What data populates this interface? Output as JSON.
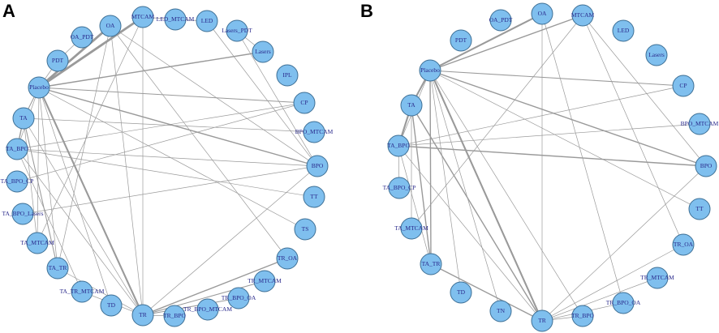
{
  "panels": [
    {
      "letter": "A",
      "nodes": [
        "OA",
        "MTCAM",
        "LED_MTCAM",
        "LED",
        "Lasers_PDT",
        "Lasers",
        "IPL",
        "CP",
        "BPO_MTCAM",
        "BPO",
        "TT",
        "TS",
        "TR_OA",
        "TR_MTCAM",
        "TR_BPO_OA",
        "TR_BPO_MTCAM",
        "TR_BPO",
        "TR",
        "TD",
        "TA_TR_MTCAM",
        "TA_TR",
        "TA_MTCAM",
        "TA_BPO_Lasers",
        "TA_BPO_CP",
        "TA_BPO",
        "TA",
        "Placebo",
        "PDT",
        "OA_PDT"
      ],
      "edges": [
        {
          "source": "Placebo",
          "target": "OA",
          "weight": 4
        },
        {
          "source": "Placebo",
          "target": "MTCAM",
          "weight": 4
        },
        {
          "source": "Placebo",
          "target": "Lasers",
          "weight": 2
        },
        {
          "source": "Placebo",
          "target": "CP",
          "weight": 1.5
        },
        {
          "source": "Placebo",
          "target": "BPO",
          "weight": 2
        },
        {
          "source": "Placebo",
          "target": "TR",
          "weight": 3
        },
        {
          "source": "Placebo",
          "target": "TA",
          "weight": 1.5
        },
        {
          "source": "Placebo",
          "target": "TA_BPO",
          "weight": 1
        },
        {
          "source": "Placebo",
          "target": "TA_MTCAM",
          "weight": 1
        },
        {
          "source": "Placebo",
          "target": "TA_TR",
          "weight": 1
        },
        {
          "source": "Placebo",
          "target": "TD",
          "weight": 1
        },
        {
          "source": "Placebo",
          "target": "TS",
          "weight": 1
        },
        {
          "source": "Placebo",
          "target": "PDT",
          "weight": 1
        },
        {
          "source": "PDT",
          "target": "OA_PDT",
          "weight": 1
        },
        {
          "source": "OA",
          "target": "TR",
          "weight": 1
        },
        {
          "source": "OA",
          "target": "BPO",
          "weight": 1
        },
        {
          "source": "OA",
          "target": "TR_OA",
          "weight": 1
        },
        {
          "source": "OA",
          "target": "TA_TR",
          "weight": 1
        },
        {
          "source": "MTCAM",
          "target": "TR",
          "weight": 1
        },
        {
          "source": "MTCAM",
          "target": "LED_MTCAM",
          "weight": 1
        },
        {
          "source": "MTCAM",
          "target": "TA_MTCAM",
          "weight": 1
        },
        {
          "source": "LED",
          "target": "LED_MTCAM",
          "weight": 1
        },
        {
          "source": "LED",
          "target": "BPO",
          "weight": 1
        },
        {
          "source": "Lasers",
          "target": "Lasers_PDT",
          "weight": 1
        },
        {
          "source": "Lasers_PDT",
          "target": "BPO",
          "weight": 1
        },
        {
          "source": "CP",
          "target": "TA_BPO",
          "weight": 1
        },
        {
          "source": "CP",
          "target": "TA_BPO_CP",
          "weight": 1
        },
        {
          "source": "BPO_MTCAM",
          "target": "TA",
          "weight": 1
        },
        {
          "source": "BPO",
          "target": "TA_BPO",
          "weight": 1
        },
        {
          "source": "BPO",
          "target": "TR",
          "weight": 1
        },
        {
          "source": "BPO",
          "target": "TA_BPO_Lasers",
          "weight": 1
        },
        {
          "source": "TT",
          "target": "TA_BPO",
          "weight": 1
        },
        {
          "source": "TA",
          "target": "TA_BPO",
          "weight": 2
        },
        {
          "source": "TA",
          "target": "TA_MTCAM",
          "weight": 1
        },
        {
          "source": "TA",
          "target": "TA_TR",
          "weight": 1.5
        },
        {
          "source": "TA",
          "target": "TR",
          "weight": 1
        },
        {
          "source": "TA_BPO",
          "target": "TA_TR_MTCAM",
          "weight": 1
        },
        {
          "source": "TA_BPO",
          "target": "TR",
          "weight": 1
        },
        {
          "source": "TR",
          "target": "TR_OA",
          "weight": 2
        },
        {
          "source": "TR",
          "target": "TR_MTCAM",
          "weight": 1.5
        },
        {
          "source": "TR",
          "target": "TR_BPO_OA",
          "weight": 1.5
        },
        {
          "source": "TR",
          "target": "TR_BPO",
          "weight": 1
        },
        {
          "source": "TR",
          "target": "TA_TR",
          "weight": 1
        },
        {
          "source": "TR",
          "target": "TA_TR_MTCAM",
          "weight": 1
        }
      ]
    },
    {
      "letter": "B",
      "nodes": [
        "OA",
        "MTCAM",
        "LED",
        "Lasers",
        "CP",
        "BPO_MTCAM",
        "BPO",
        "TT",
        "TR_OA",
        "TR_MTCAM",
        "TR_BPO_OA",
        "TR_BPO",
        "TR",
        "TN",
        "TD",
        "TA_TR",
        "TA_MTCAM",
        "TA_BPO_CP",
        "TA_BPO",
        "TA",
        "Placebo",
        "PDT",
        "OA_PDT"
      ],
      "edges": [
        {
          "source": "Placebo",
          "target": "OA",
          "weight": 3
        },
        {
          "source": "Placebo",
          "target": "MTCAM",
          "weight": 2
        },
        {
          "source": "Placebo",
          "target": "CP",
          "weight": 1.5
        },
        {
          "source": "Placebo",
          "target": "BPO",
          "weight": 2
        },
        {
          "source": "Placebo",
          "target": "TR",
          "weight": 3
        },
        {
          "source": "Placebo",
          "target": "TA",
          "weight": 3
        },
        {
          "source": "Placebo",
          "target": "TA_BPO",
          "weight": 1
        },
        {
          "source": "Placebo",
          "target": "TA_TR",
          "weight": 2
        },
        {
          "source": "Placebo",
          "target": "TN",
          "weight": 1
        },
        {
          "source": "Placebo",
          "target": "TD",
          "weight": 1
        },
        {
          "source": "Placebo",
          "target": "TR_BPO",
          "weight": 1
        },
        {
          "source": "Placebo",
          "target": "TT",
          "weight": 1
        },
        {
          "source": "OA",
          "target": "TR",
          "weight": 1
        },
        {
          "source": "OA",
          "target": "TR_BPO_OA",
          "weight": 1
        },
        {
          "source": "MTCAM",
          "target": "TR_OA",
          "weight": 1
        },
        {
          "source": "MTCAM",
          "target": "BPO",
          "weight": 1
        },
        {
          "source": "MTCAM",
          "target": "TA_MTCAM",
          "weight": 1
        },
        {
          "source": "BPO_MTCAM",
          "target": "TA_BPO",
          "weight": 1
        },
        {
          "source": "BPO",
          "target": "TA_BPO",
          "weight": 2
        },
        {
          "source": "BPO",
          "target": "TR",
          "weight": 1
        },
        {
          "source": "CP",
          "target": "TA_BPO",
          "weight": 1
        },
        {
          "source": "TA",
          "target": "TA_BPO",
          "weight": 3
        },
        {
          "source": "TA",
          "target": "TA_TR",
          "weight": 2
        },
        {
          "source": "TA",
          "target": "TR",
          "weight": 2
        },
        {
          "source": "TA",
          "target": "TA_MTCAM",
          "weight": 1
        },
        {
          "source": "TA_BPO",
          "target": "TA_TR",
          "weight": 1
        },
        {
          "source": "TA_BPO",
          "target": "TR",
          "weight": 1
        },
        {
          "source": "TA_BPO",
          "target": "TA_BPO_CP",
          "weight": 1
        },
        {
          "source": "TA_TR",
          "target": "TR",
          "weight": 2
        },
        {
          "source": "TR",
          "target": "TR_OA",
          "weight": 1
        },
        {
          "source": "TR",
          "target": "TR_MTCAM",
          "weight": 1
        },
        {
          "source": "TR",
          "target": "TR_BPO_OA",
          "weight": 1
        },
        {
          "source": "TR",
          "target": "TR_BPO",
          "weight": 1
        }
      ]
    }
  ]
}
